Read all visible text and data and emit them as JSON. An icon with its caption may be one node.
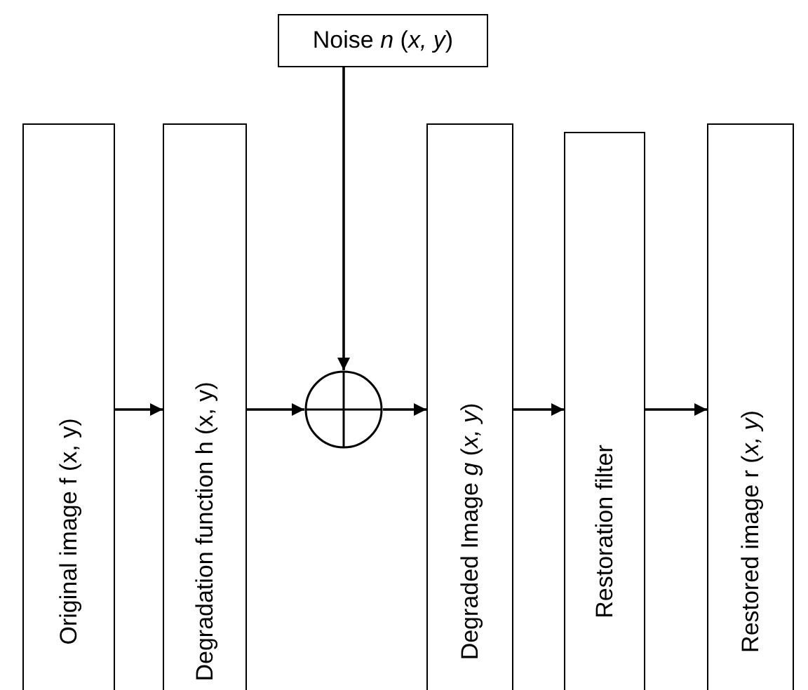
{
  "diagram": {
    "nodes": [
      {
        "text": [
          "Noise *n* (*x, y*)"
        ]
      },
      {
        "text": [
          "Original image f (x, y)"
        ]
      },
      {
        "text": [
          "Degradation function h (x, y)"
        ]
      },
      {
        "text": [],
        "shape": "circle"
      },
      {
        "text": [
          "Degraded Image *g* (*x, y*)"
        ]
      },
      {
        "text": [
          "Restoration filter"
        ]
      },
      {
        "text": [
          "Restored image r (*x, y*)"
        ]
      }
    ],
    "edges": [
      {
        "from": 1,
        "to": 2,
        "arrow": "to"
      },
      {
        "from": 2,
        "to": 3,
        "arrow": "to"
      },
      {
        "from": 0,
        "to": 3,
        "arrow": "to"
      },
      {
        "from": 3,
        "to": 4,
        "arrow": "to"
      },
      {
        "from": 4,
        "to": 5,
        "arrow": "to"
      },
      {
        "from": 5,
        "to": 6,
        "arrow": "to"
      }
    ]
  }
}
